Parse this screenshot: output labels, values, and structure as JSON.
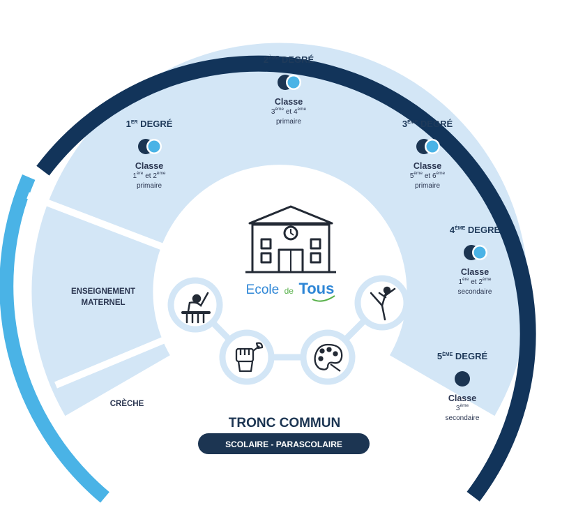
{
  "segments": [
    {
      "degree_num": "1",
      "degree_sup": "ER",
      "degree_word": "DEGRÉ",
      "dots": "two",
      "class_label": "Classe",
      "line1": {
        "a": "1",
        "a_sup": "ère",
        "mid": "et 2",
        "b_sup": "ème"
      },
      "line2": "primaire"
    },
    {
      "degree_num": "2",
      "degree_sup": "ÈME",
      "degree_word": "DEGRÉ",
      "dots": "two",
      "class_label": "Classe",
      "line1": {
        "a": "3",
        "a_sup": "ème",
        "mid": "et 4",
        "b_sup": "ème"
      },
      "line2": "primaire"
    },
    {
      "degree_num": "3",
      "degree_sup": "ÈME",
      "degree_word": "DEGRÉ",
      "dots": "two",
      "class_label": "Classe",
      "line1": {
        "a": "5",
        "a_sup": "ème",
        "mid": "et 6",
        "b_sup": "ème"
      },
      "line2": "primaire"
    },
    {
      "degree_num": "4",
      "degree_sup": "ÈME",
      "degree_word": "DEGRÉ",
      "dots": "two",
      "class_label": "Classe",
      "line1": {
        "a": "1",
        "a_sup": "ère",
        "mid": "et 2",
        "b_sup": "ème"
      },
      "line2": "secondaire"
    },
    {
      "degree_num": "5",
      "degree_sup": "ÈME",
      "degree_word": "DEGRÉ",
      "dots": "one",
      "class_label": "Classe",
      "line1": {
        "a": "3",
        "a_sup": "ème",
        "mid": "",
        "b_sup": ""
      },
      "line2": "secondaire"
    }
  ],
  "left_labels": {
    "maternel_line1": "ENSEIGNEMENT",
    "maternel_line2": "MATERNEL",
    "creche": "CRÈCHE"
  },
  "logo": {
    "word1": "Ecole",
    "word2": "de",
    "word3": "Tous"
  },
  "footer": {
    "title": "TRONC COMMUN",
    "pill": "SCOLAIRE - PARASCOLAIRE"
  },
  "icons": [
    "student-at-desk-icon",
    "fist-wrench-icon",
    "paint-palette-icon",
    "dancer-icon",
    "school-building-icon"
  ],
  "colors": {
    "navy": "#12345a",
    "light_blue": "#4ab3e6",
    "pale_fill": "#d3e6f6",
    "text_dark": "#2a3550",
    "pill": "#1c3552",
    "logo_blue": "#2e86d6",
    "logo_green": "#58b14a"
  }
}
